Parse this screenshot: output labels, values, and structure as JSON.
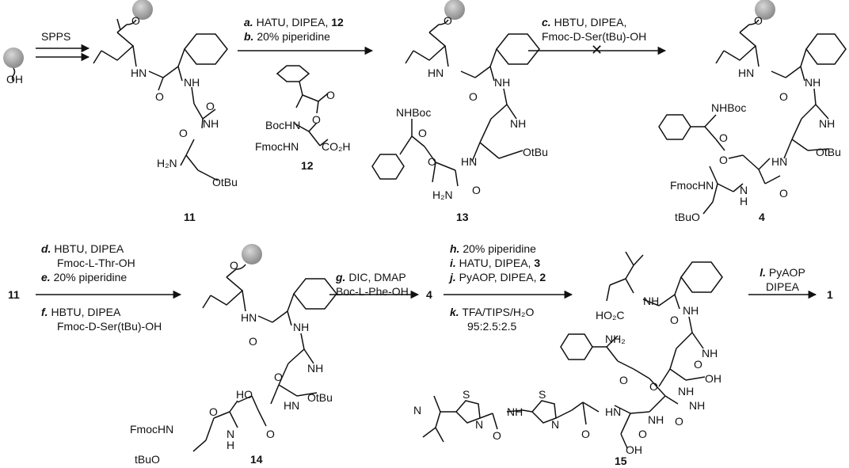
{
  "colors": {
    "resin_bead": "#9d9d9d",
    "ink": "#111111",
    "background": "#ffffff"
  },
  "row1": {
    "resin_oh": "OH",
    "sppa_label": "SPPS",
    "step_ab": {
      "a_letter": "a.",
      "a_text": "HATU, DIPEA, ",
      "a_reagent": "12",
      "b_letter": "b.",
      "b_text": "20% piperidine"
    },
    "step_c": {
      "c_letter": "c.",
      "c_text": "HBTU, DIPEA,",
      "c_line2": "Fmoc-D-Ser(tBu)-OH",
      "blocked": "✕"
    },
    "compound_11": {
      "number": "11",
      "labels": [
        "HN",
        "NH",
        "NH",
        "H₂N",
        "OtBu",
        "O",
        "O",
        "O",
        "O"
      ]
    },
    "compound_12": {
      "number": "12",
      "labels": [
        "BocHN",
        "FmocHN",
        "CO₂H",
        "O",
        "O"
      ]
    },
    "compound_13": {
      "number": "13",
      "labels": [
        "HN",
        "NH",
        "NH",
        "NHBoc",
        "HN",
        "OtBu",
        "H₂N",
        "O",
        "O",
        "O",
        "O",
        "O"
      ]
    },
    "compound_4": {
      "number": "4",
      "labels": [
        "HN",
        "NH",
        "NHBoc",
        "NH",
        "FmocHN",
        "HN",
        "OtBu",
        "tBuO",
        "N",
        "H",
        "O",
        "O",
        "O",
        "O",
        "O"
      ]
    }
  },
  "row2": {
    "start": "11",
    "step_def": {
      "d_letter": "d.",
      "d_text": "HBTU, DIPEA",
      "d_line2": "Fmoc-L-Thr-OH",
      "e_letter": "e.",
      "e_text": "20% piperidine",
      "f_letter": "f.",
      "f_text": "HBTU, DIPEA",
      "f_line2": "Fmoc-D-Ser(tBu)-OH"
    },
    "step_g": {
      "g_letter": "g.",
      "g_text": "DIC, DMAP",
      "g_line2": "Boc-L-Phe-OH"
    },
    "mid_compound": "4",
    "step_hijk": {
      "h_letter": "h.",
      "h_text": "20% piperidine",
      "i_letter": "i.",
      "i_text": "HATU, DIPEA, ",
      "i_reagent": "3",
      "j_letter": "j.",
      "j_text": "PyAOP, DIPEA, ",
      "j_reagent": "2",
      "k_letter": "k.",
      "k_text": "TFA/TIPS/H₂O",
      "k_line2": "95:2.5:2.5"
    },
    "step_l": {
      "l_letter": "l.",
      "l_text": "PyAOP",
      "l_line2": "DIPEA"
    },
    "product": "1",
    "compound_14": {
      "number": "14",
      "labels": [
        "HN",
        "NH",
        "NH",
        "HO",
        "HN",
        "OtBu",
        "FmocHN",
        "tBuO",
        "N",
        "H",
        "O",
        "O",
        "O",
        "O",
        "O"
      ]
    },
    "compound_15": {
      "number": "15",
      "labels": [
        "HO₂C",
        "NH",
        "NH",
        "NH",
        "NH₂",
        "NH",
        "OH",
        "N",
        "S",
        "N",
        "S",
        "N",
        "NH",
        "HN",
        "NH",
        "NH",
        "OH",
        "O",
        "O",
        "O",
        "O",
        "O",
        "O",
        "O",
        "O"
      ]
    }
  }
}
